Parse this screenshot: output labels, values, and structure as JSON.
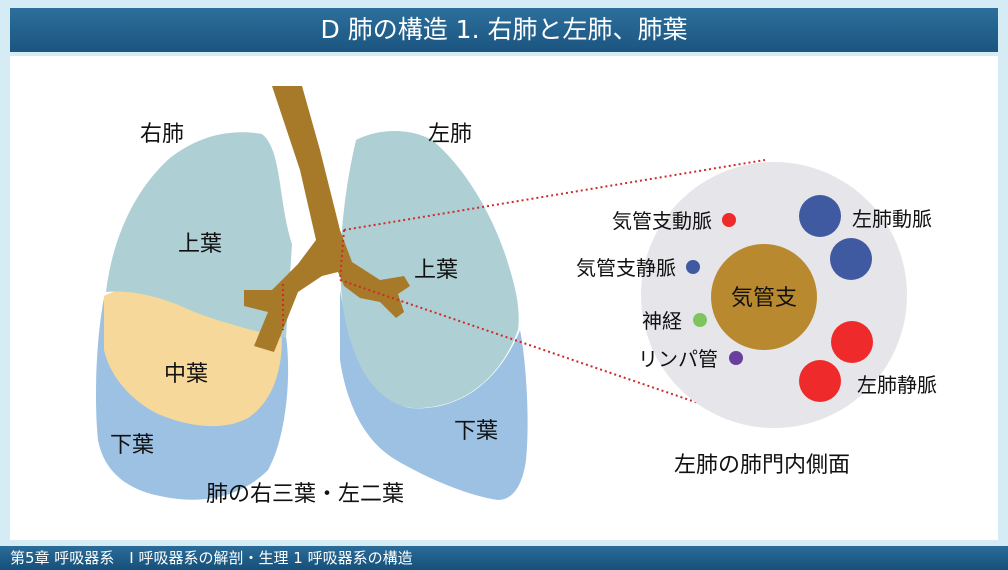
{
  "title": "D 肺の構造  1. 右肺と左肺、肺葉",
  "lungs": {
    "right_label": "右肺",
    "left_label": "左肺",
    "right_upper": "上葉",
    "right_middle": "中葉",
    "right_lower": "下葉",
    "left_upper": "上葉",
    "left_lower": "下葉",
    "caption": "肺の右三葉・左二葉"
  },
  "hilum": {
    "center_label": "気管支",
    "bronchial_artery": "気管支動脈",
    "bronchial_vein": "気管支静脈",
    "nerve": "神経",
    "lymph": "リンパ管",
    "pulmonary_artery": "左肺動脈",
    "pulmonary_vein": "左肺静脈",
    "caption": "左肺の肺門内側面"
  },
  "footer": "第5章 呼吸器系　I  呼吸器系の解剖・生理  1 呼吸器系の構造",
  "colors": {
    "upper_lobe": "#aecfd4",
    "middle_lobe": "#f6d99a",
    "lower_lobe": "#9cc1e3",
    "trachea": "#a77a2a",
    "circle_bg": "#e6e6ea",
    "artery": "#3f5aa0",
    "vein": "#ef2a2a",
    "nerve": "#7ec560",
    "lymph": "#6a3e9c",
    "title_bar": "#1f5e8b"
  }
}
